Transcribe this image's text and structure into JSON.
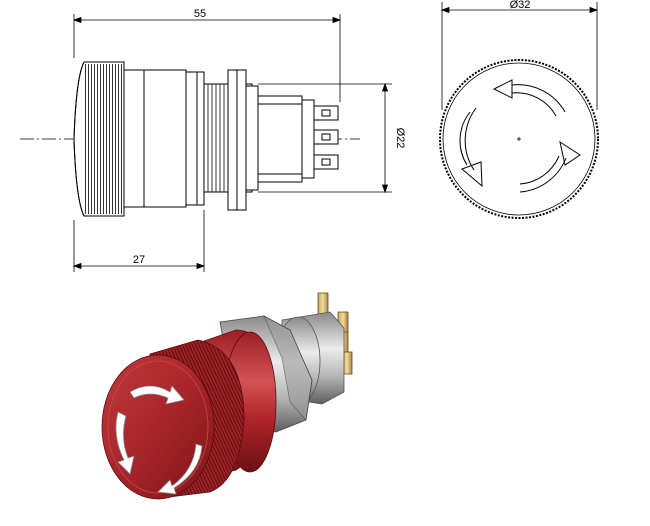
{
  "dimensions": {
    "overall_length": "55",
    "cap_to_panel": "27",
    "thread_diameter": "Ø22",
    "cap_diameter": "Ø32"
  },
  "colors": {
    "line": "#000000",
    "red_dark": "#7a1418",
    "red_mid": "#b3262c",
    "red_light": "#d8575a",
    "metal_dark": "#6f6f6f",
    "metal_light": "#e6e6e6"
  },
  "icons": {
    "arrow": "rotate-arrow-icon"
  }
}
